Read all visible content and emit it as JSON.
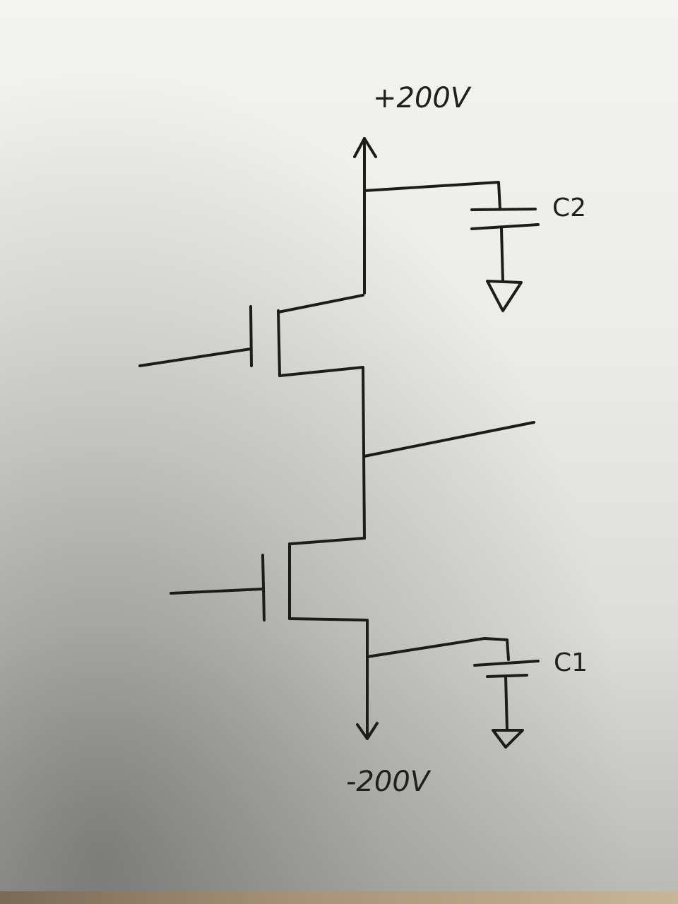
{
  "diagram": {
    "supply_positive": "+200V",
    "supply_negative": "-200V",
    "capacitor_top": "C2",
    "capacitor_bottom": "C1"
  },
  "colors": {
    "ink": "#1c1c1c",
    "paper": "#f0f0ec"
  }
}
